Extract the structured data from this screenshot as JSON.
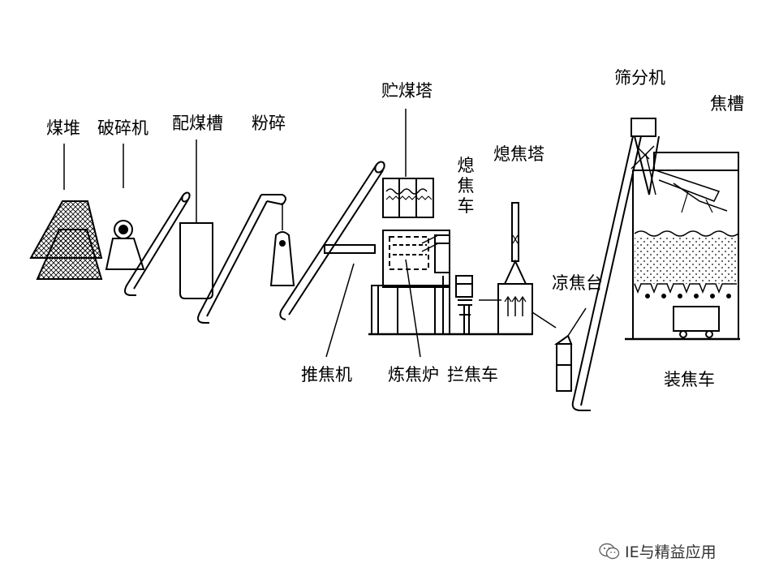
{
  "labels": {
    "coal_pile": "煤堆",
    "crusher": "破碎机",
    "blending_tank": "配煤槽",
    "pulverize": "粉碎",
    "coal_tower": "贮煤塔",
    "quench_car": "熄焦车",
    "quench_tower": "熄焦塔",
    "screen": "筛分机",
    "coke_bin": "焦槽",
    "pusher": "推焦机",
    "coke_oven": "炼焦炉",
    "guide_car": "拦焦车",
    "cooling_wharf": "凉焦台",
    "loading_car": "装焦车"
  },
  "watermark": {
    "icon": "wechat-icon",
    "text": "IE与精益应用"
  }
}
